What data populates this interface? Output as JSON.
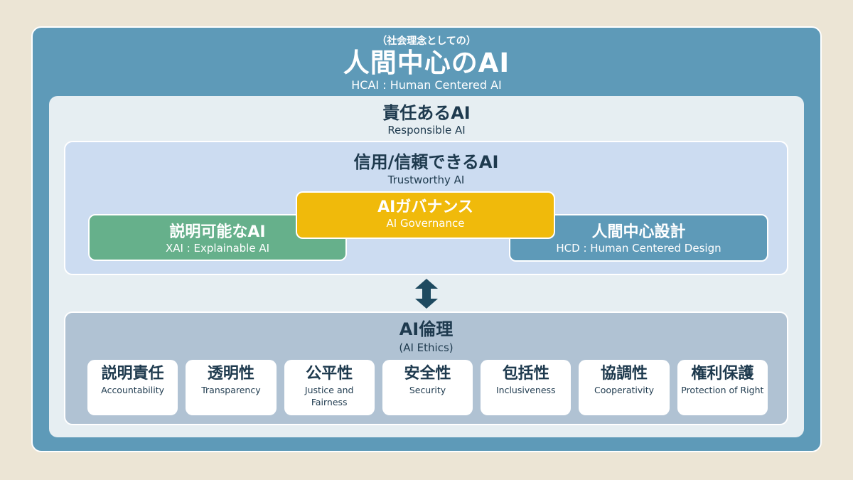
{
  "colors": {
    "background": "#ECE5D5",
    "outer_blue": "#5E9AB8",
    "responsible_panel": "#E6EEF2",
    "trustworthy_panel": "#CCDCF1",
    "ethics_panel": "#B0C2D3",
    "xai_green": "#66B08B",
    "governance_gold": "#F0BA0B",
    "hcd_blue": "#5E9AB8",
    "text_navy": "#1E3A4E",
    "arrow_navy": "#1E4A60"
  },
  "hcai": {
    "paren": "（社会理念としての）",
    "title": "人間中心のAI",
    "subtitle": "HCAI : Human Centered AI"
  },
  "responsible": {
    "title": "責任あるAI",
    "subtitle": "Responsible AI"
  },
  "trustworthy": {
    "title": "信用/信頼できるAI",
    "subtitle": "Trustworthy AI"
  },
  "xai": {
    "title": "説明可能なAI",
    "subtitle": "XAI : Explainable AI"
  },
  "governance": {
    "title": "AIガバナンス",
    "subtitle": "AI Governance"
  },
  "hcd": {
    "title": "人間中心設計",
    "subtitle": "HCD : Human Centered Design"
  },
  "connector": {
    "icon": "double-vertical-arrow"
  },
  "ethics": {
    "title": "AI倫理",
    "subtitle": "(AI Ethics)",
    "items": [
      {
        "title": "説明責任",
        "subtitle": "Accountability"
      },
      {
        "title": "透明性",
        "subtitle": "Transparency"
      },
      {
        "title": "公平性",
        "subtitle": "Justice and Fairness"
      },
      {
        "title": "安全性",
        "subtitle": "Security"
      },
      {
        "title": "包括性",
        "subtitle": "Inclusiveness"
      },
      {
        "title": "協調性",
        "subtitle": "Cooperativity"
      },
      {
        "title": "権利保護",
        "subtitle": "Protection of Right"
      }
    ]
  }
}
